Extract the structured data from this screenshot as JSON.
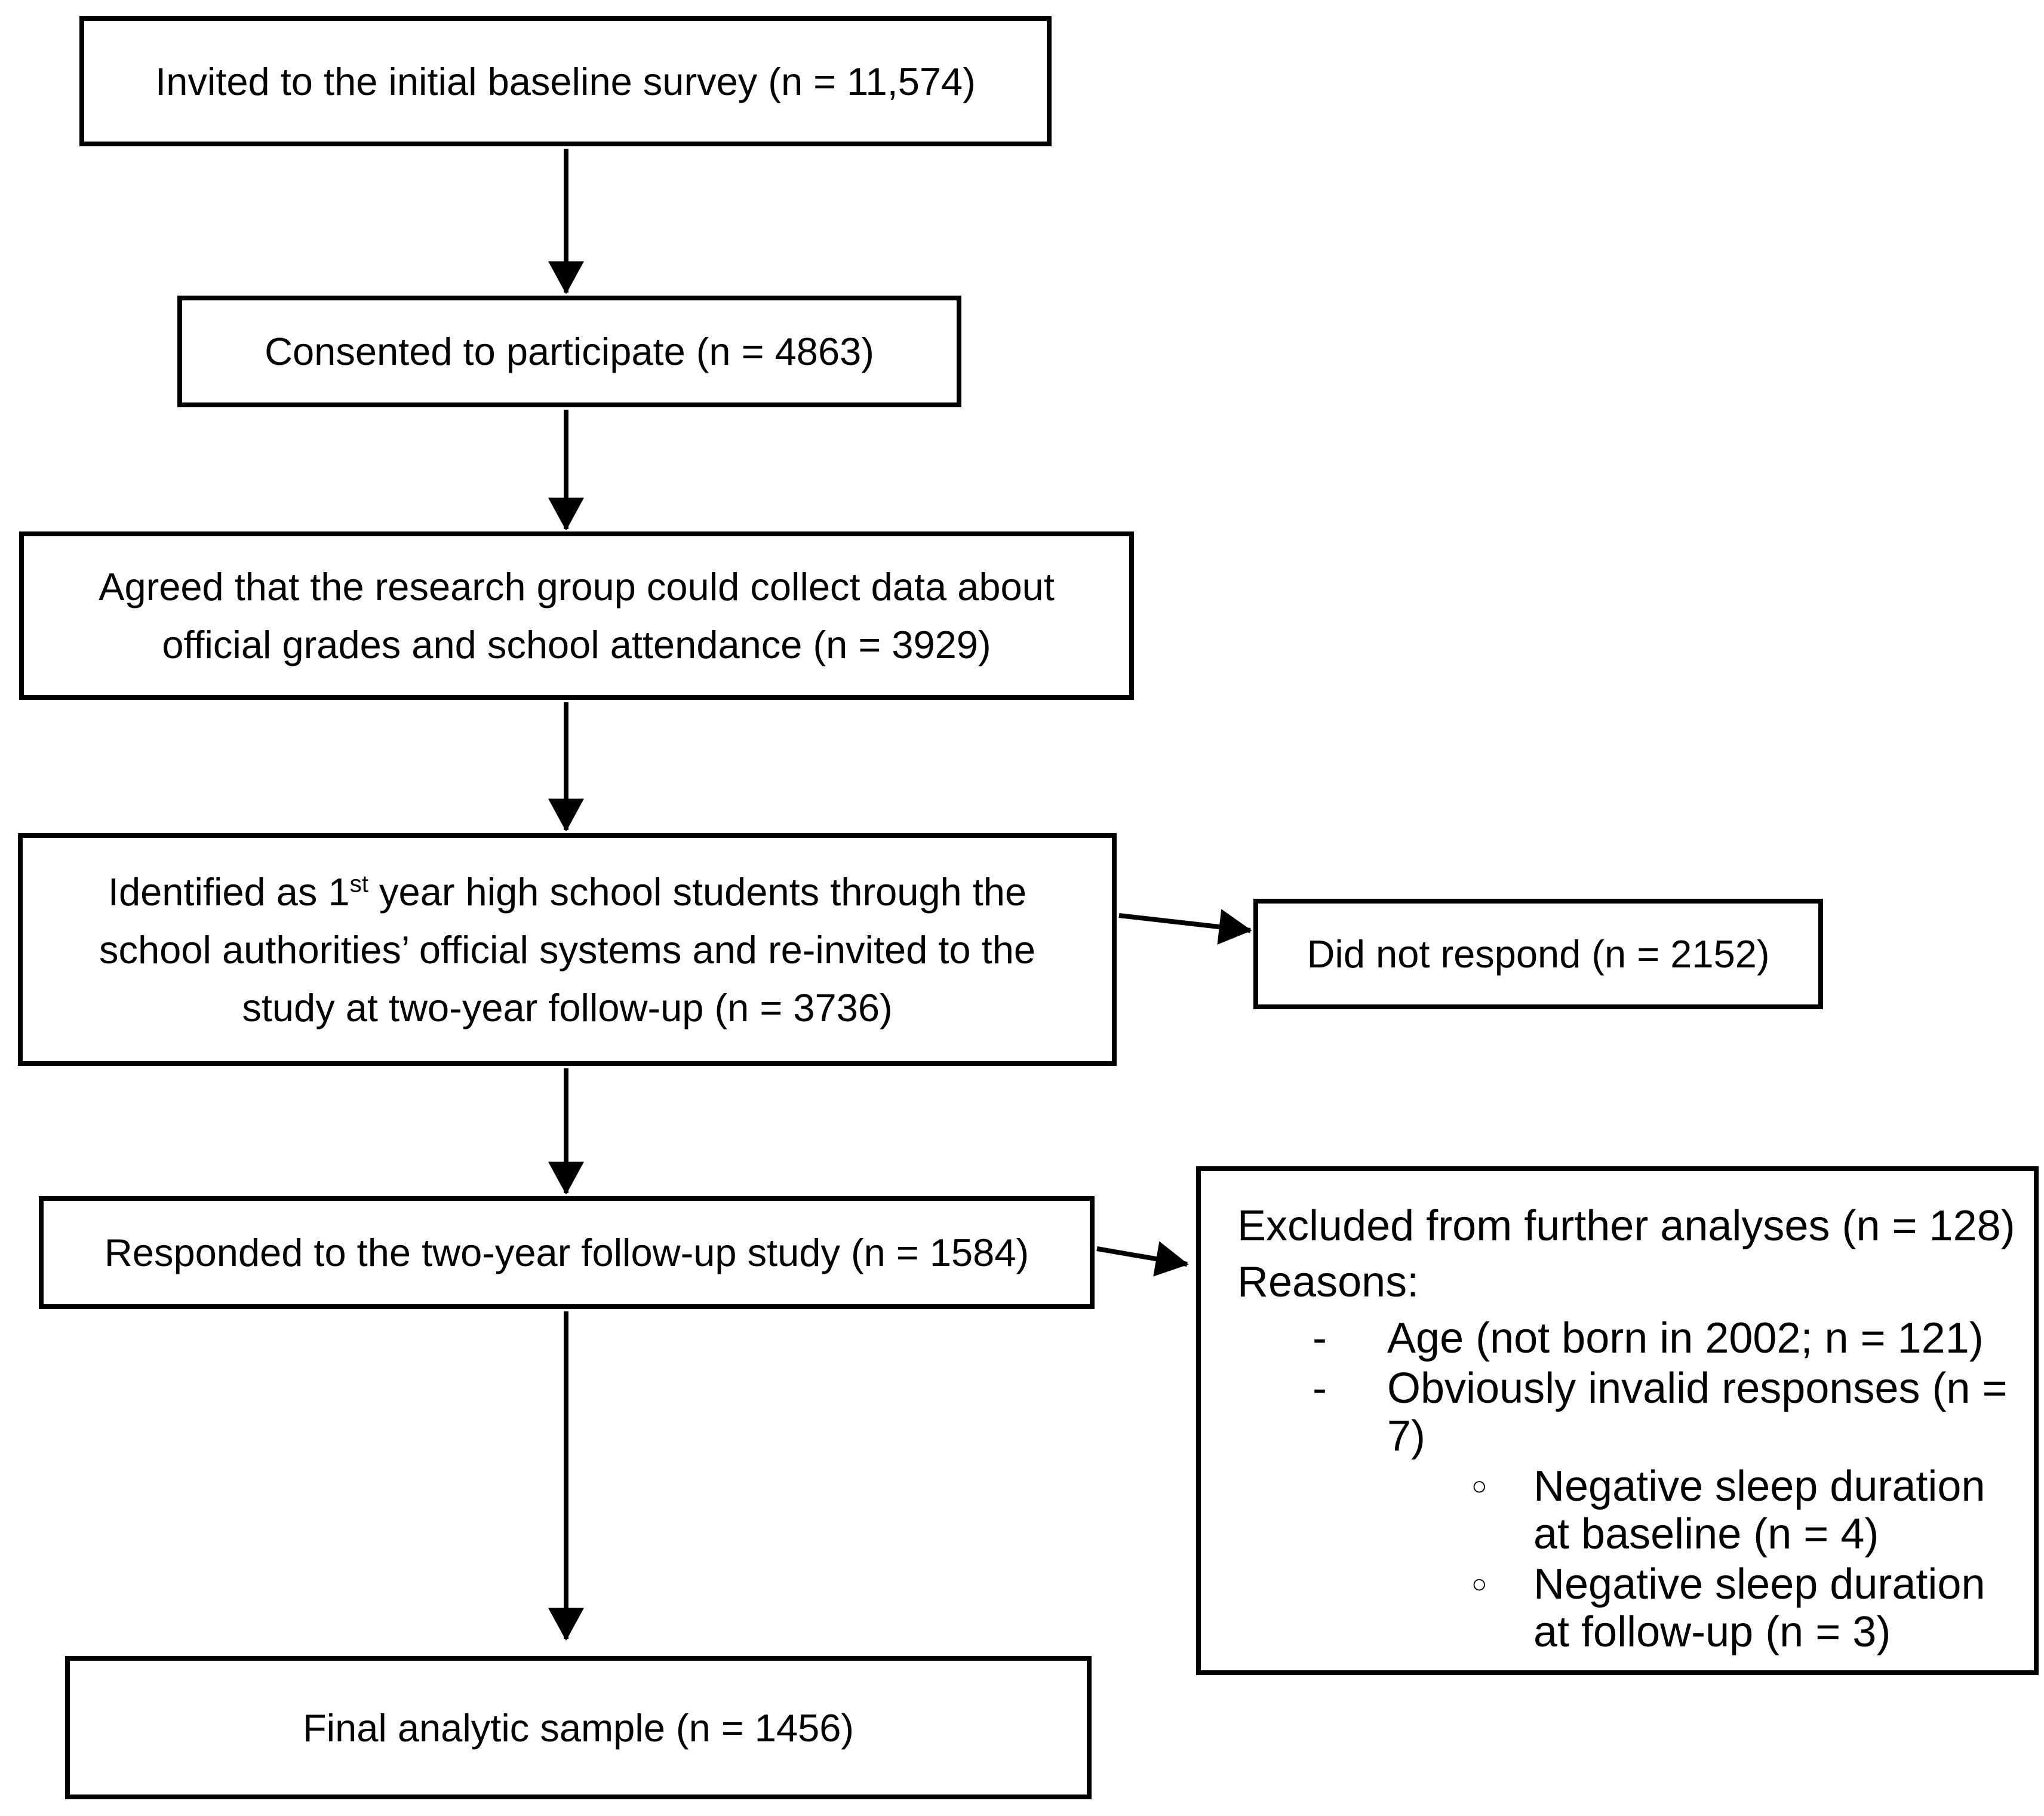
{
  "page": {
    "background": "#ffffff",
    "line_color": "#000000"
  },
  "flow": {
    "invited": {
      "lines": [
        "Invited to the initial baseline survey (n = 11,574)"
      ]
    },
    "consented": {
      "lines": [
        "Consented to participate (n = 4863)"
      ]
    },
    "agreed": {
      "lines": [
        "Agreed that the research group could collect data about",
        "official grades and school attendance (n = 3929)"
      ]
    },
    "identified": {
      "line1_pre": "Identified as 1",
      "line1_sup": "st",
      "line1_post": " year high school students through the",
      "line2": "school authorities’ official systems and re-invited to the",
      "line3": "study at two-year follow-up (n = 3736)"
    },
    "did_not_respond": {
      "lines": [
        "Did not respond (n = 2152)"
      ]
    },
    "responded": {
      "lines": [
        "Responded to the two-year follow-up study (n = 1584)"
      ]
    },
    "final": {
      "lines": [
        "Final analytic sample (n = 1456)"
      ]
    },
    "excluded": {
      "title": "Excluded from further analyses (n = 128)",
      "reasons_label": "Reasons:",
      "items": [
        {
          "marker": "-",
          "lines": [
            "Age (not born in 2002; n = 121)",
            ""
          ]
        },
        {
          "marker": "-",
          "lines": [
            "Obviously invalid responses (n =",
            "7)"
          ]
        },
        {
          "marker": "○",
          "lines": [
            "Negative sleep duration",
            "at baseline (n = 4)"
          ]
        },
        {
          "marker": "○",
          "lines": [
            "Negative sleep duration",
            "at follow-up (n = 3)"
          ]
        }
      ]
    }
  }
}
